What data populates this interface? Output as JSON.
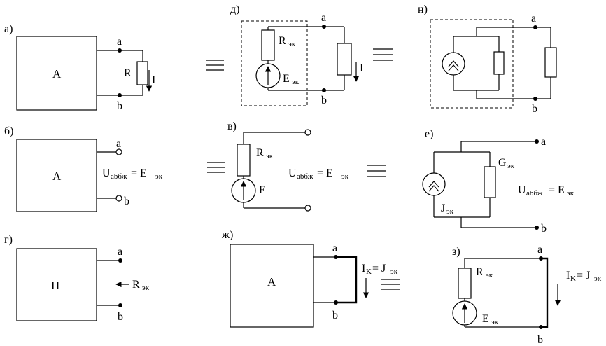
{
  "panels": {
    "a": {
      "label": "а)",
      "block": "A",
      "node_a": "a",
      "node_b": "b",
      "resistor": "R",
      "current": "I"
    },
    "d": {
      "label": "д)",
      "r_main": "R",
      "r_sub": "эк",
      "e_main": "E",
      "e_sub": "эк",
      "node_a": "a",
      "node_b": "b",
      "current": "I"
    },
    "n": {
      "label": "н)",
      "node_a": "a",
      "node_b": "b"
    },
    "b": {
      "label": "б)",
      "block": "A",
      "node_a": "a",
      "node_b": "b",
      "u_main": "U",
      "u_sub": "abбж",
      "eq": " = E",
      "e_sub": "эк"
    },
    "v": {
      "label": "в)",
      "r_main": "R",
      "r_sub": "эк",
      "e_main": "E",
      "u_main": "U",
      "u_sub": "abбж",
      "eq": " = E",
      "e_sub": "эк"
    },
    "e": {
      "label": "е)",
      "node_a": "a",
      "node_b": "b",
      "g_main": "G",
      "g_sub": "эк",
      "j_main": "J",
      "j_sub": "эк",
      "u_main": "U",
      "u_sub": "abбж",
      "eq": "= E",
      "e_sub": "эк"
    },
    "g": {
      "label": "г)",
      "block": "П",
      "node_a": "a",
      "node_b": "b",
      "r_main": "R",
      "r_sub": "эк"
    },
    "zh": {
      "label": "ж)",
      "block": "A",
      "node_a": "a",
      "node_b": "b",
      "i_main": "I",
      "i_sub": "K",
      "eq": "= J",
      "j_sub": "эк"
    },
    "z": {
      "label": "з)",
      "node_a": "a",
      "node_b": "b",
      "r_main": "R",
      "r_sub": "эк",
      "e_main": "E",
      "e_sub": "эк",
      "i_main": "I",
      "i_sub": "K",
      "eq": "= J",
      "j_sub": "эк"
    }
  }
}
